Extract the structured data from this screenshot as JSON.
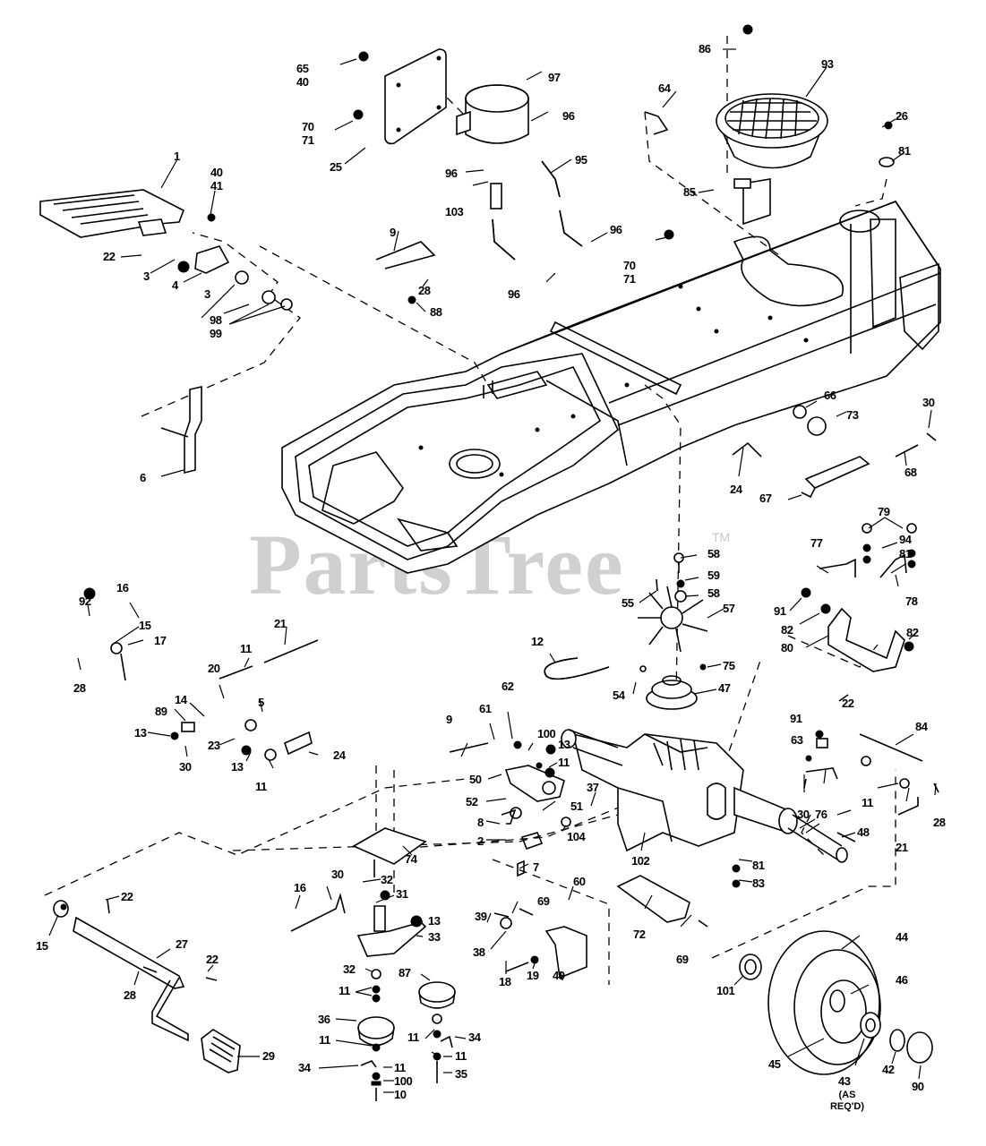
{
  "diagram": {
    "title": "Frame / Chassis & Transmission Exploded Parts Diagram",
    "watermark": "PartsTree",
    "watermark_mark": "TM",
    "note_as_required": "(AS\nREQ'D)"
  },
  "callouts": {
    "c1": "1",
    "c22a": "22",
    "c3a": "3",
    "c4": "4",
    "c3b": "3",
    "c40a": "40",
    "c41": "41",
    "c98": "98",
    "c99": "99",
    "c65": "65",
    "c40b": "40",
    "c70a": "70",
    "c71a": "71",
    "c25": "25",
    "c97": "97",
    "c96a": "96",
    "c96b": "96",
    "c95": "95",
    "c103": "103",
    "c96c": "96",
    "c96d": "96",
    "c9a": "9",
    "c28a": "28",
    "c88": "88",
    "c86": "86",
    "c93": "93",
    "c64": "64",
    "c26": "26",
    "c81a": "81",
    "c85": "85",
    "c70b": "70",
    "c71b": "71",
    "c6": "6",
    "c66": "66",
    "c73": "73",
    "c30a": "30",
    "c68": "68",
    "c24a": "24",
    "c67": "67",
    "c16a": "16",
    "c92": "92",
    "c15a": "15",
    "c17": "17",
    "c28b": "28",
    "c21a": "21",
    "c11a": "11",
    "c20": "20",
    "c14": "14",
    "c89": "89",
    "c5": "5",
    "c13a": "13",
    "c30b": "30",
    "c23": "23",
    "c13b": "13",
    "c24b": "24",
    "c11b": "11",
    "c58a": "58",
    "c59": "59",
    "c58b": "58",
    "c55": "55",
    "c57": "57",
    "c12": "12",
    "c54": "54",
    "c75": "75",
    "c47": "47",
    "c77": "77",
    "c79": "79",
    "c94": "94",
    "c81b": "81",
    "c78": "78",
    "c91a": "91",
    "c82a": "82",
    "c80": "80",
    "c82b": "82",
    "c9b": "9",
    "c61": "61",
    "c62": "62",
    "c100a": "100",
    "c13c": "13",
    "c11c": "11",
    "c50": "50",
    "c52": "52",
    "c8": "8",
    "c51": "51",
    "c2": "2",
    "c104": "104",
    "c37": "37",
    "c102": "102",
    "c91b": "91",
    "c22b": "22",
    "c63": "63",
    "c84": "84",
    "c11d": "11",
    "c28c": "28",
    "c30c": "30",
    "c76": "76",
    "c21b": "21",
    "c48": "48",
    "c81c": "81",
    "c83": "83",
    "c74": "74",
    "c7": "7",
    "c60": "60",
    "c69a": "69",
    "c39": "39",
    "c38": "38",
    "c18": "18",
    "c19": "19",
    "c49": "49",
    "c72": "72",
    "c69b": "69",
    "c15b": "15",
    "c22c": "22",
    "c27": "27",
    "c22d": "22",
    "c28d": "28",
    "c29": "29",
    "c16b": "16",
    "c30d": "30",
    "c32a": "32",
    "c31": "31",
    "c13d": "13",
    "c33": "33",
    "c32b": "32",
    "c87": "87",
    "c11e": "11",
    "c36": "36",
    "c11f": "11",
    "c34a": "34",
    "c11g": "11",
    "c100b": "100",
    "c10": "10",
    "c11h": "11",
    "c34b": "34",
    "c11i": "11",
    "c35": "35",
    "c44": "44",
    "c46": "46",
    "c101": "101",
    "c45": "45",
    "c43": "43",
    "c42": "42",
    "c90": "90"
  },
  "parts_list_numbers": [
    1,
    2,
    3,
    4,
    5,
    6,
    7,
    8,
    9,
    10,
    11,
    12,
    13,
    14,
    15,
    16,
    17,
    18,
    19,
    20,
    21,
    22,
    23,
    24,
    25,
    26,
    27,
    28,
    29,
    30,
    31,
    32,
    33,
    34,
    35,
    36,
    37,
    38,
    39,
    40,
    41,
    42,
    43,
    44,
    45,
    46,
    47,
    48,
    49,
    50,
    51,
    52,
    54,
    55,
    57,
    58,
    59,
    60,
    61,
    62,
    63,
    64,
    65,
    66,
    67,
    68,
    69,
    70,
    71,
    72,
    73,
    74,
    75,
    76,
    77,
    78,
    79,
    80,
    81,
    82,
    83,
    84,
    85,
    86,
    87,
    88,
    89,
    90,
    91,
    92,
    93,
    94,
    95,
    96,
    97,
    98,
    99,
    100,
    101,
    102,
    103,
    104
  ]
}
